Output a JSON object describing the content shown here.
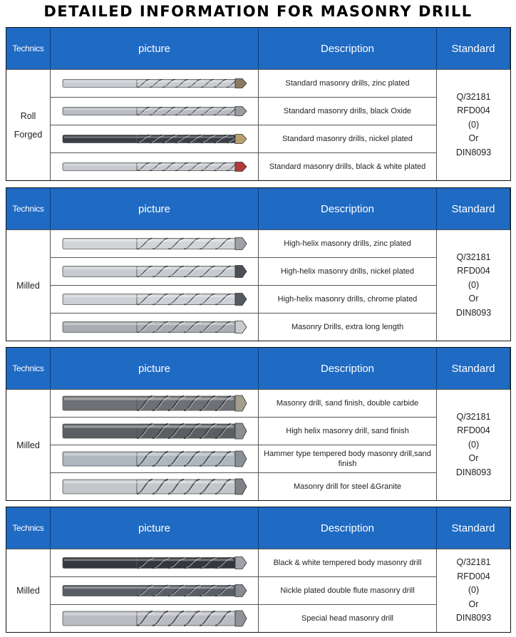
{
  "title": "DETAILED INFORMATION FOR MASONRY DRILL",
  "headers": {
    "technics": "Technics",
    "picture": "picture",
    "description": "Description",
    "standard": "Standard"
  },
  "tables": [
    {
      "technics": "Roll\nForged",
      "standard": [
        "Q/32181",
        "RFD004",
        "(0)",
        "Or",
        "DIN8093"
      ],
      "rows": [
        {
          "description": "Standard masonry drills, zinc plated",
          "drill": {
            "body": "#c9ccd1",
            "tip": "#8a7a5c",
            "style": "thin"
          }
        },
        {
          "description": "Standard masonry drills, black Oxide",
          "drill": {
            "body": "#b9bcc0",
            "tip": "#9a9ca0",
            "style": "thin"
          }
        },
        {
          "description": "Standard masonry drills, nickel plated",
          "drill": {
            "body": "#3a3f45",
            "tip": "#b8a070",
            "style": "thin"
          }
        },
        {
          "description": "Standard masonry drills, black & white plated",
          "drill": {
            "body": "#c6c9cd",
            "tip": "#b23a3a",
            "style": "thin"
          }
        }
      ]
    },
    {
      "technics": "Milled",
      "standard": [
        "Q/32181",
        "RFD004",
        "(0)",
        "Or",
        "DIN8093"
      ],
      "rows": [
        {
          "description": "High-helix masonry drills, zinc plated",
          "drill": {
            "body": "#d2d5d8",
            "tip": "#9da1a6",
            "style": "medium"
          }
        },
        {
          "description": "High-helix masonry drills, nickel plated",
          "drill": {
            "body": "#c7cbd0",
            "tip": "#4a4f57",
            "style": "medium"
          }
        },
        {
          "description": "High-helix masonry drills, chrome plated",
          "drill": {
            "body": "#cdd0d4",
            "tip": "#555a62",
            "style": "medium"
          }
        },
        {
          "description": "Masonry Drills, extra long length",
          "drill": {
            "body": "#a9adb3",
            "tip": "#c8ccd0",
            "style": "medium"
          }
        }
      ]
    },
    {
      "technics": "Milled",
      "standard": [
        "Q/32181",
        "RFD004",
        "(0)",
        "Or",
        "DIN8093"
      ],
      "rows": [
        {
          "description": "Masonry drill, sand finish, double carbide",
          "drill": {
            "body": "#6d7074",
            "tip": "#a59d8d",
            "style": "thick"
          }
        },
        {
          "description": "High helix masonry drill, sand finish",
          "drill": {
            "body": "#5b5e62",
            "tip": "#8e8f92",
            "style": "thick"
          }
        },
        {
          "description": "Hammer type tempered body masonry drill,sand finish",
          "drill": {
            "body": "#aeb6bf",
            "tip": "#8a9099",
            "style": "thick"
          }
        },
        {
          "description": "Masonry drill for steel &Granite",
          "drill": {
            "body": "#c3c6ca",
            "tip": "#7e8186",
            "style": "thick"
          }
        }
      ]
    },
    {
      "technics": "Milled",
      "standard": [
        "Q/32181",
        "RFD004",
        "(0)",
        "Or",
        "DIN8093"
      ],
      "rows": [
        {
          "description": "Black & white tempered body masonry  drill",
          "drill": {
            "body": "#34383d",
            "tip": "#9ea2a8",
            "style": "medium"
          }
        },
        {
          "description": "Nickle plated double flute masonry drill",
          "drill": {
            "body": "#5a5e64",
            "tip": "#888c92",
            "style": "medium"
          }
        },
        {
          "description": "Special head masonry drill",
          "drill": {
            "body": "#b9bcc1",
            "tip": "#8f9398",
            "style": "thick"
          }
        }
      ]
    }
  ]
}
